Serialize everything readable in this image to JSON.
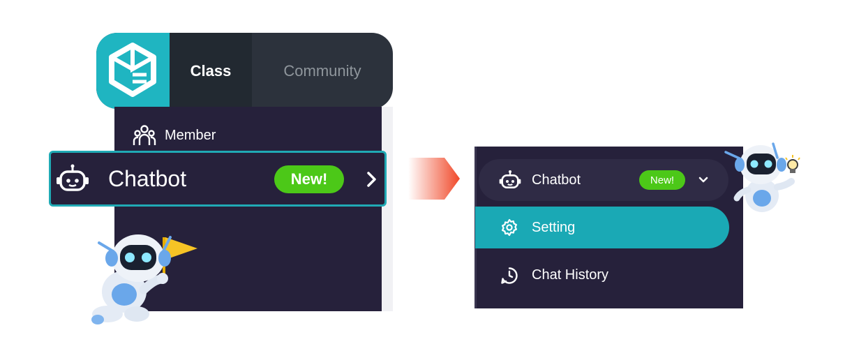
{
  "left_panel": {
    "tabs": [
      {
        "label": "Class",
        "active": true
      },
      {
        "label": "Community",
        "active": false
      }
    ],
    "sidebar": {
      "member_label": "Member",
      "chatbot_label": "Chatbot",
      "chatbot_badge": "New!"
    }
  },
  "right_panel": {
    "chatbot_label": "Chatbot",
    "chatbot_badge": "New!",
    "submenu": [
      {
        "label": "Setting",
        "active": true
      },
      {
        "label": "Chat History",
        "active": false
      }
    ]
  },
  "colors": {
    "accent": "#1fb5c1",
    "sidebar_bg": "#26213b",
    "badge_green": "#4cc818",
    "arrow": "#f0492a"
  },
  "icons": [
    "logo-icon",
    "member-icon",
    "bot-icon",
    "chevron-right-icon",
    "chevron-down-icon",
    "gear-icon",
    "clock-icon",
    "robot-mascot-flag",
    "robot-mascot-lightbulb",
    "transition-arrow"
  ]
}
